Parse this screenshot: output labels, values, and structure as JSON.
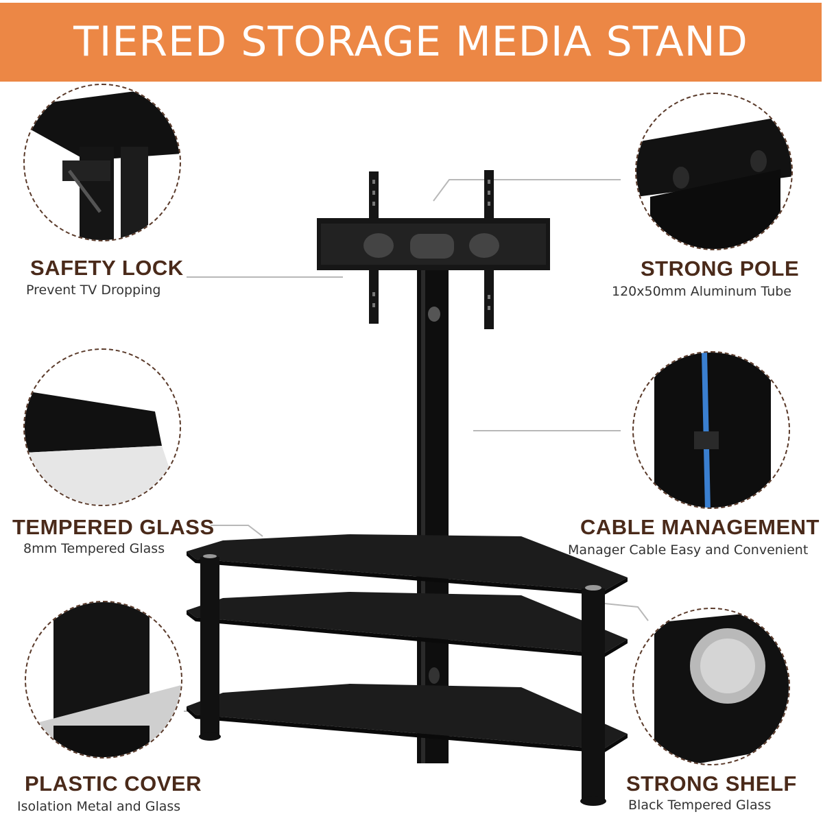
{
  "banner": {
    "title": "TIERED STORAGE MEDIA STAND",
    "color": "#ec8745"
  },
  "features": {
    "safety_lock": {
      "title": "SAFETY LOCK",
      "subtitle": "Prevent TV Dropping"
    },
    "strong_pole": {
      "title": "STRONG POLE",
      "subtitle": "120x50mm Aluminum Tube"
    },
    "tempered_glass": {
      "title": "TEMPERED GLASS",
      "subtitle": "8mm Tempered Glass"
    },
    "cable_management": {
      "title": "CABLE MANAGEMENT",
      "subtitle": "Manager Cable Easy and Convenient"
    },
    "plastic_cover": {
      "title": "PLASTIC COVER",
      "subtitle": "Isolation Metal and Glass"
    },
    "strong_shelf": {
      "title": "STRONG SHELF",
      "subtitle": "Black Tempered Glass"
    }
  },
  "colors": {
    "title_text": "#4a2a1a",
    "product": "#111111",
    "accent_cable": "#3a7fd0"
  }
}
